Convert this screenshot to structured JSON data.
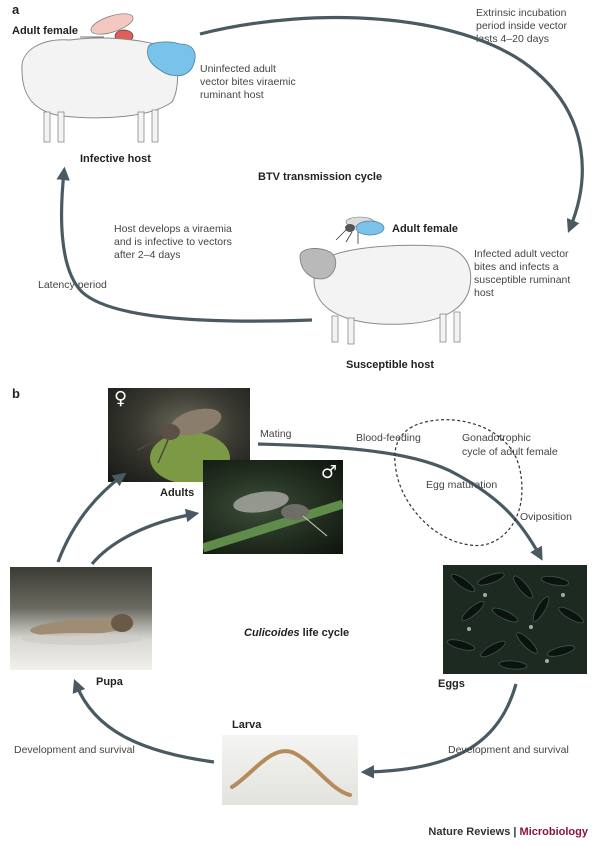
{
  "panel_a": {
    "letter": "a",
    "title": "BTV transmission cycle",
    "adult_female_top": "Adult female",
    "adult_female_mid": "Adult female",
    "infective_host": "Infective host",
    "susceptible_host": "Susceptible host",
    "bite_text": [
      "Uninfected adult",
      "vector bites viraemic",
      "ruminant host"
    ],
    "incubation_text": [
      "Extrinsic incubation",
      "period inside vector",
      "lasts 4–20 days"
    ],
    "infect_text": [
      "Infected adult vector",
      "bites and infects a",
      "susceptible ruminant",
      "host"
    ],
    "viraemia_text": [
      "Host develops a viraemia",
      "and is infective to vectors",
      "after 2–4 days"
    ],
    "latency": "Latency period"
  },
  "panel_b": {
    "letter": "b",
    "title_italic": "Culicoides",
    "title_rest": " life cycle",
    "female_symbol": "♀",
    "male_symbol": "♂",
    "adults": "Adults",
    "mating": "Mating",
    "blood_feeding": "Blood-feeding",
    "gonotrophic": [
      "Gonadotrophic",
      "cycle of adult female"
    ],
    "egg_maturation": "Egg maturation",
    "oviposition": "Oviposition",
    "eggs": "Eggs",
    "pupa": "Pupa",
    "larva": "Larva",
    "dev_left": "Development and survival",
    "dev_right": "Development and survival"
  },
  "credit": {
    "journal": "Nature Reviews",
    "separator": " | ",
    "section": "Microbiology"
  },
  "colors": {
    "arrow": "#4a5a63",
    "sheep_fill": "#f3f3f3",
    "sheep_stroke": "#8a8a8a",
    "highlight": "#79c3ea",
    "section_color": "#8a1538"
  }
}
